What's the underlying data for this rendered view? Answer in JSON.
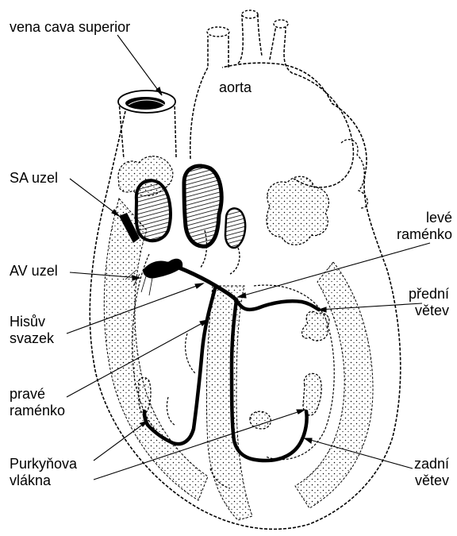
{
  "labels": {
    "vena_cava_superior": "vena cava superior",
    "aorta": "aorta",
    "sa_uzel": "SA uzel",
    "leve_ramenko_1": "levé",
    "leve_ramenko_2": "raménko",
    "av_uzel": "AV uzel",
    "predni_vetev_1": "přední",
    "predni_vetev_2": "větev",
    "hisuv_svazek_1": "Hisův",
    "hisuv_svazek_2": "svazek",
    "prave_ramenko_1": "pravé",
    "prave_ramenko_2": "raménko",
    "purkynova_vlakna_1": "Purkyňova",
    "purkynova_vlakna_2": "vlákna",
    "zadni_vetev_1": "zadní",
    "zadni_vetev_2": "větev"
  },
  "colors": {
    "ink": "#000000",
    "paper": "#ffffff"
  }
}
